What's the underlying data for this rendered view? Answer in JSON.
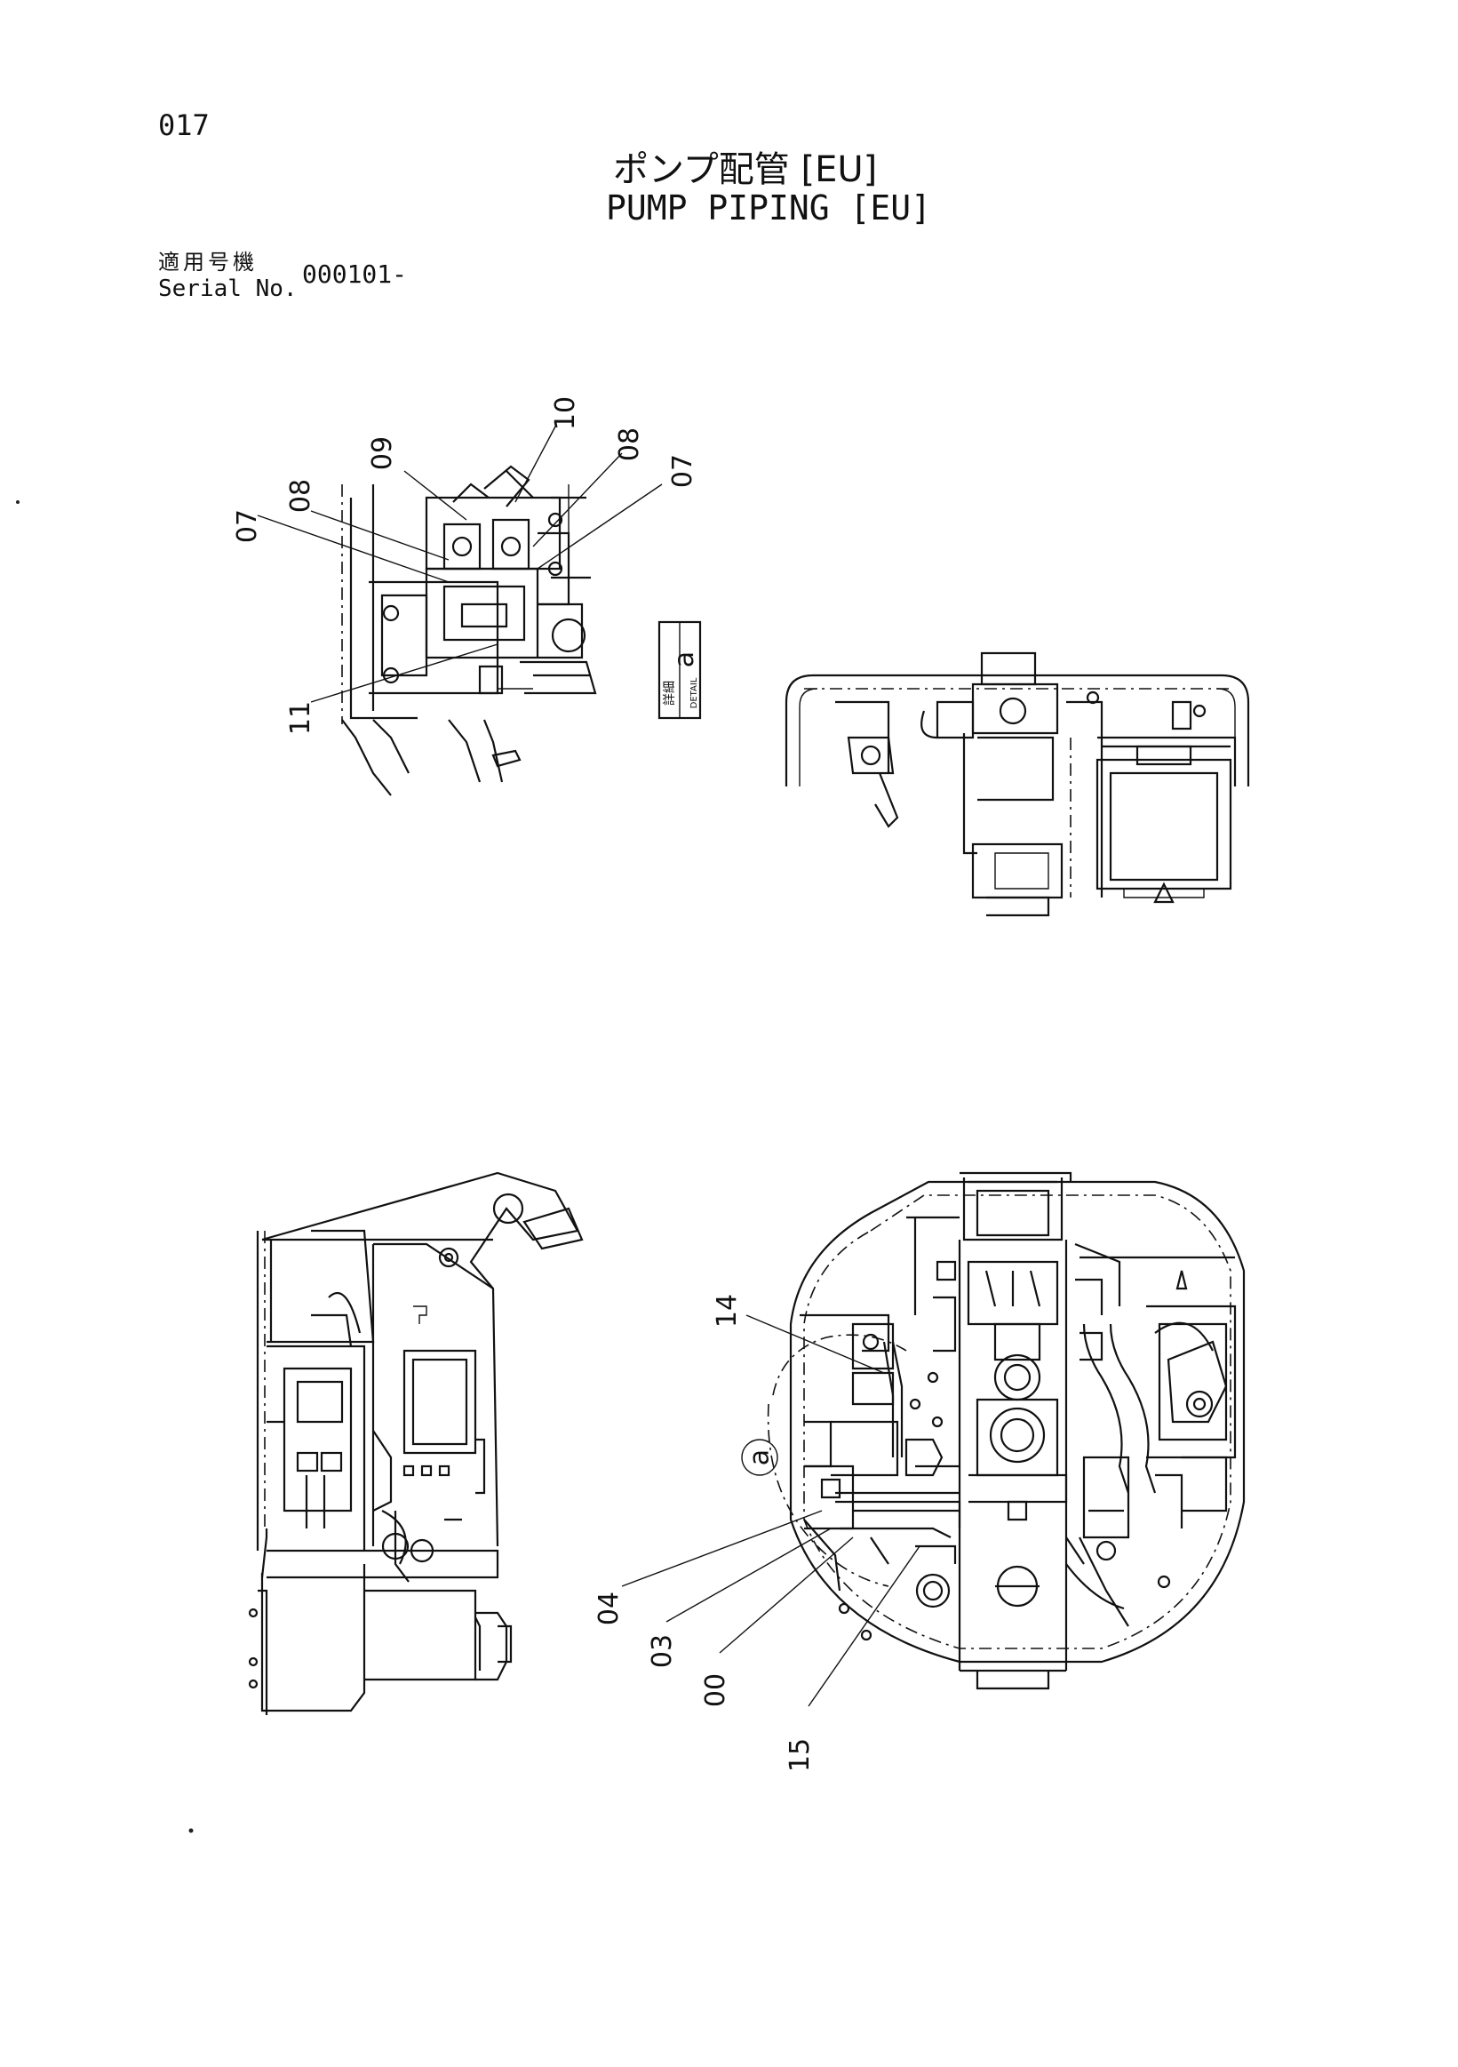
{
  "header": {
    "page_number": "017",
    "title_jp": "ポンプ配管 [EU]",
    "title_en": "PUMP PIPING [EU]"
  },
  "serial": {
    "label_jp": "適用号機",
    "label_en": "Serial No.",
    "value": "000101-"
  },
  "detail_box": {
    "label_jp": "詳細",
    "label_en": "DETAIL",
    "letter": "a"
  },
  "detail_marker": "a",
  "callouts": {
    "top_09": "09",
    "top_10": "10",
    "top_08_right": "08",
    "top_07_right": "07",
    "top_08_left": "08",
    "top_07_left": "07",
    "top_11": "11",
    "bottom_14": "14",
    "bottom_04": "04",
    "bottom_03": "03",
    "bottom_00": "00",
    "bottom_15": "15"
  }
}
